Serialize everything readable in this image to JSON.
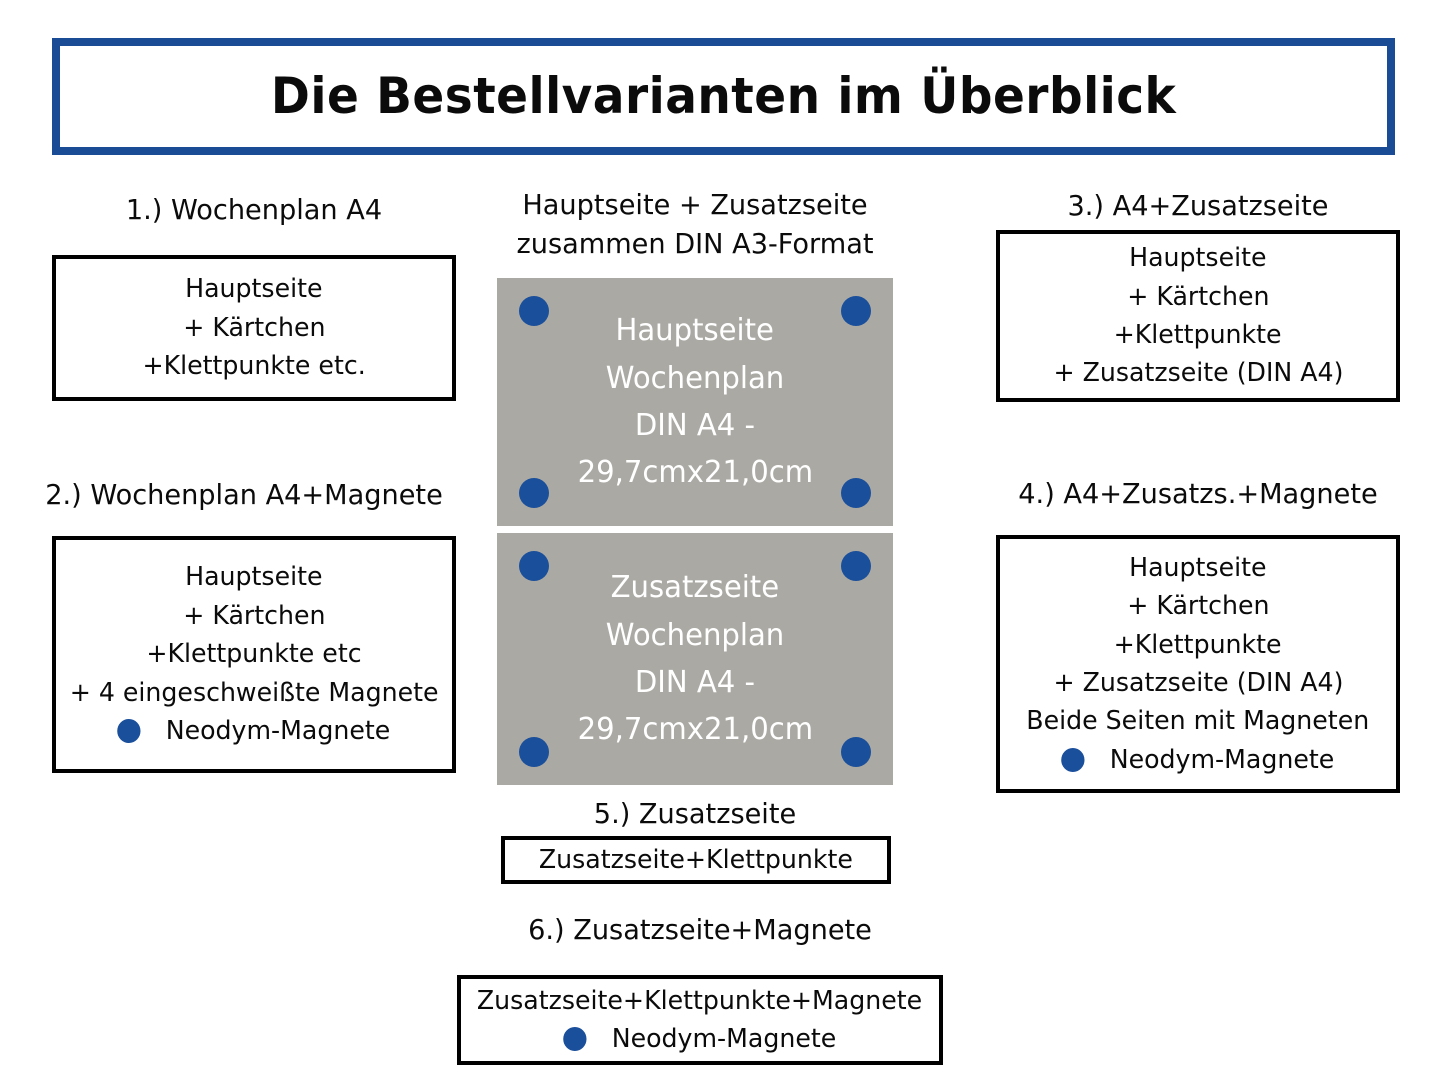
{
  "page": {
    "title": "Die Bestellvarianten im Überblick",
    "language": "de",
    "background_color": "#FFFFFF"
  },
  "colors": {
    "title_border_blue": "#1A4C96",
    "magnet_blue": "#1A4F9C",
    "panel_gray": "#ABA9A3",
    "box_border_black": "#000000",
    "panel_text_white": "#FFFFFF",
    "body_text_black": "#0B0B0B"
  },
  "center": {
    "heading_line_1": "Hauptseite + Zusatzseite",
    "heading_line_2": "zusammen DIN A3-Format",
    "panels": [
      {
        "id": "hauptseite",
        "lines": [
          "Hauptseite",
          "Wochenplan",
          "DIN A4 -",
          "29,7cmx21,0cm"
        ],
        "corner_magnets": 4
      },
      {
        "id": "zusatzseite",
        "lines": [
          "Zusatzseite",
          "Wochenplan",
          "DIN A4 -",
          "29,7cmx21,0cm"
        ],
        "corner_magnets": 4
      }
    ]
  },
  "variants": [
    {
      "number": "1.)",
      "heading": "1.) Wochenplan A4",
      "lines": [
        "Hauptseite",
        "+ Kärtchen",
        "+Klettpunkte etc."
      ],
      "magnet_legend": null
    },
    {
      "number": "2.)",
      "heading": "2.) Wochenplan A4+Magnete",
      "lines": [
        "Hauptseite",
        "+ Kärtchen",
        "+Klettpunkte etc",
        "+ 4 eingeschweißte Magnete"
      ],
      "magnet_legend": "Neodym-Magnete"
    },
    {
      "number": "3.)",
      "heading": "3.)  A4+Zusatzseite",
      "lines": [
        "Hauptseite",
        "+ Kärtchen",
        "+Klettpunkte",
        "+ Zusatzseite (DIN A4)"
      ],
      "magnet_legend": null
    },
    {
      "number": "4.)",
      "heading": "4.) A4+Zusatzs.+Magnete",
      "lines": [
        "Hauptseite",
        "+ Kärtchen",
        "+Klettpunkte",
        "+ Zusatzseite (DIN A4)",
        "Beide Seiten mit Magneten"
      ],
      "magnet_legend": "Neodym-Magnete"
    },
    {
      "number": "5.)",
      "heading": "5.) Zusatzseite",
      "lines": [
        "Zusatzseite+Klettpunkte"
      ],
      "magnet_legend": null
    },
    {
      "number": "6.)",
      "heading": "6.) Zusatzseite+Magnete",
      "lines": [
        "Zusatzseite+Klettpunkte+Magnete"
      ],
      "magnet_legend": "Neodym-Magnete"
    }
  ]
}
